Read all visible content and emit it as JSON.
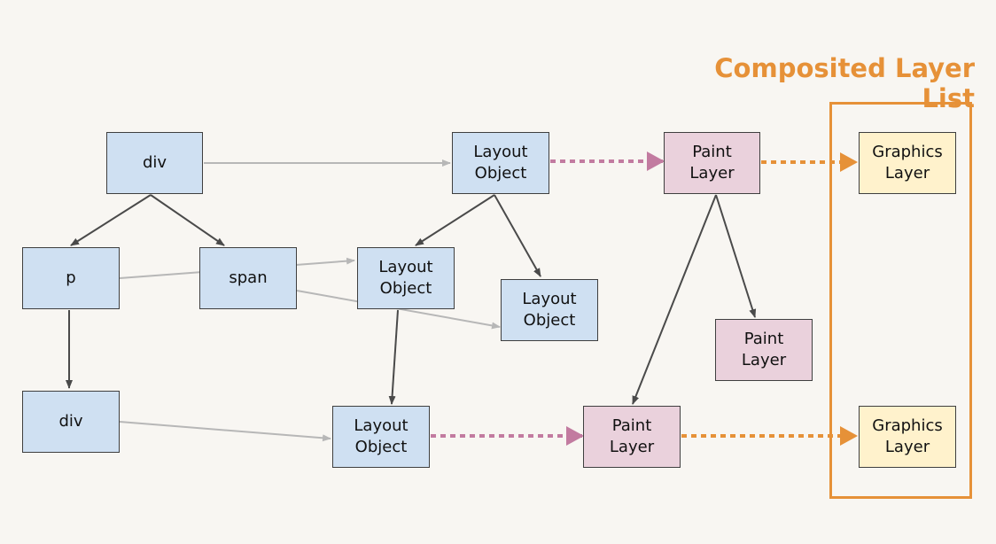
{
  "composited_list": {
    "title": "Composited Layer List"
  },
  "nodes": {
    "dom_div_root": "div",
    "dom_p": "p",
    "dom_span": "span",
    "dom_div_child": "div",
    "layout_root": "Layout\nObject",
    "layout_mid": "Layout\nObject",
    "layout_right": "Layout\nObject",
    "layout_bottom": "Layout\nObject",
    "paint_top": "Paint\nLayer",
    "paint_mid": "Paint\nLayer",
    "paint_bottom": "Paint\nLayer",
    "graphics_top": "Graphics\nLayer",
    "graphics_bottom": "Graphics\nLayer"
  },
  "colors": {
    "dom_fill": "#cfe0f2",
    "layout_fill": "#cfe0f2",
    "paint_fill": "#ead1dc",
    "graphics_fill": "#fff2cc",
    "tree_edge": "#4a4a4a",
    "mapping_edge": "#b7b7b7",
    "paint_link": "#c27ba0",
    "graphics_link": "#e69138",
    "background": "#f8f6f2"
  }
}
